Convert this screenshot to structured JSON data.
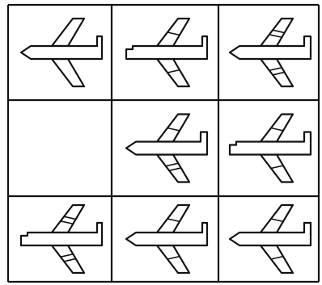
{
  "grid": {
    "rows": 3,
    "cols": 3,
    "colors": {
      "line": "#111111",
      "fill": "#ffffff"
    }
  },
  "cells": [
    {
      "row": 0,
      "col": 0,
      "filled": true,
      "nose": "pointed",
      "tail": "plain",
      "top_stripes": 0,
      "bottom_stripes": 0
    },
    {
      "row": 0,
      "col": 1,
      "filled": true,
      "nose": "blunt",
      "tail": "plain",
      "top_stripes": 1,
      "bottom_stripes": 1
    },
    {
      "row": 0,
      "col": 2,
      "filled": true,
      "nose": "pointed",
      "tail": "notched",
      "top_stripes": 2,
      "bottom_stripes": 2
    },
    {
      "row": 1,
      "col": 0,
      "filled": false
    },
    {
      "row": 1,
      "col": 1,
      "filled": true,
      "nose": "pointed",
      "tail": "notched",
      "top_stripes": 1,
      "bottom_stripes": 2
    },
    {
      "row": 1,
      "col": 2,
      "filled": true,
      "nose": "blunt",
      "tail": "notched",
      "top_stripes": 1,
      "bottom_stripes": 1
    },
    {
      "row": 2,
      "col": 0,
      "filled": true,
      "nose": "blunt",
      "tail": "plain",
      "top_stripes": 2,
      "bottom_stripes": 2
    },
    {
      "row": 2,
      "col": 1,
      "filled": true,
      "nose": "pointed",
      "tail": "plain",
      "top_stripes": 1,
      "bottom_stripes": 1
    },
    {
      "row": 2,
      "col": 2,
      "filled": true,
      "nose": "pointed",
      "tail": "notched",
      "top_stripes": 1,
      "bottom_stripes": 1
    }
  ]
}
